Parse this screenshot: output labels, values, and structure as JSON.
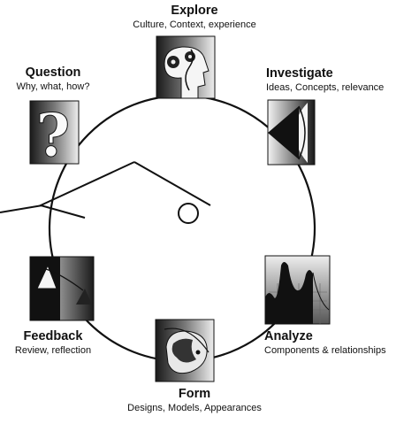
{
  "stages": [
    {
      "id": "explore",
      "title": "Explore",
      "subtitle": "Culture, Context, experience"
    },
    {
      "id": "investigate",
      "title": "Investigate",
      "subtitle": "Ideas, Concepts, relevance"
    },
    {
      "id": "analyze",
      "title": "Analyze",
      "subtitle": "Components & relationships"
    },
    {
      "id": "form",
      "title": "Form",
      "subtitle": "Designs, Models, Appearances"
    },
    {
      "id": "feedback",
      "title": "Feedback",
      "subtitle": "Review, reflection"
    },
    {
      "id": "question",
      "title": "Question",
      "subtitle": "Why, what, how?"
    }
  ]
}
